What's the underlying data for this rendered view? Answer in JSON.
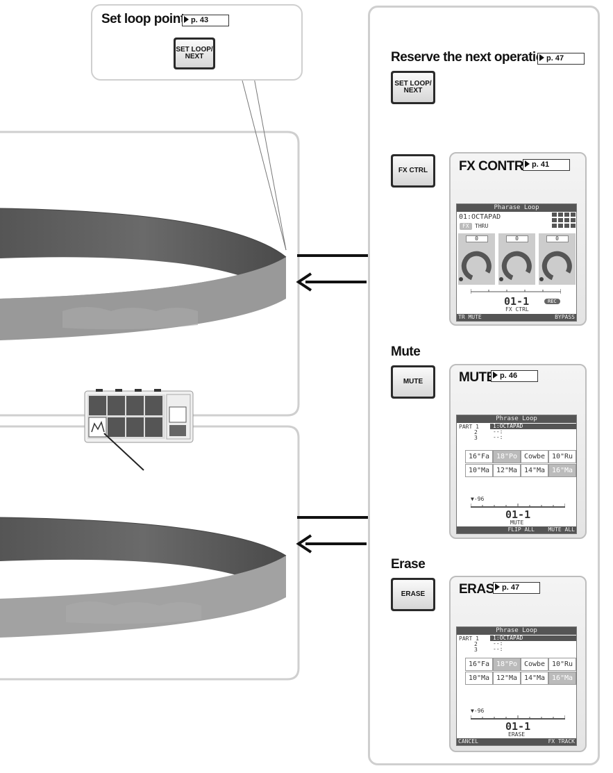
{
  "callout": {
    "title": "Set loop points",
    "ref": "p. 43",
    "button": "SET LOOP/\nNEXT"
  },
  "right_panel": {
    "reserve": {
      "title": "Reserve the next operation",
      "ref": "p. 47",
      "button": "SET LOOP/\nNEXT"
    },
    "fx": {
      "button": "FX CTRL",
      "title": "FX CONTROL",
      "ref": "p. 41",
      "screen": {
        "title": "Pharase Loop",
        "kit": "01:OCTAPAD",
        "fx_badge": "FX",
        "fx_value": "THRU",
        "knob_values": [
          "0",
          "0",
          "0"
        ],
        "position": "01-1",
        "mode": "FX CTRL",
        "rec": "REC",
        "footer": [
          "TR MUTE",
          "",
          "",
          "BYPASS"
        ]
      }
    },
    "mute": {
      "label": "Mute",
      "button": "MUTE",
      "title": "MUTE",
      "ref": "p. 46",
      "screen": {
        "title": "Phrase Loop",
        "parts": [
          "PART 1",
          "2",
          "3"
        ],
        "part_values": [
          "1:OCTAPAD",
          "--:",
          "--:"
        ],
        "pads": [
          "16\"Fa",
          "18\"Po",
          "Cowbe",
          "10\"Ru",
          "10\"Ma",
          "12\"Ma",
          "14\"Ma",
          "16\"Ma"
        ],
        "tempo": "-96",
        "position": "01-1",
        "mode": "MUTE",
        "footer": [
          "",
          "FLIP ALL",
          "MUTE ALL"
        ]
      }
    },
    "erase": {
      "label": "Erase",
      "button": "ERASE",
      "title": "ERASE",
      "ref": "p. 47",
      "screen": {
        "title": "Phrase Loop",
        "parts": [
          "PART 1",
          "2",
          "3"
        ],
        "part_values": [
          "1:OCTAPAD",
          "--:",
          "--:"
        ],
        "pads": [
          "16\"Fa",
          "18\"Po",
          "Cowbe",
          "10\"Ru",
          "10\"Ma",
          "12\"Ma",
          "14\"Ma",
          "16\"Ma"
        ],
        "tempo": "-96",
        "position": "01-1",
        "mode": "ERASE",
        "footer": [
          "CANCEL",
          "",
          "FX TRACK"
        ]
      }
    }
  }
}
